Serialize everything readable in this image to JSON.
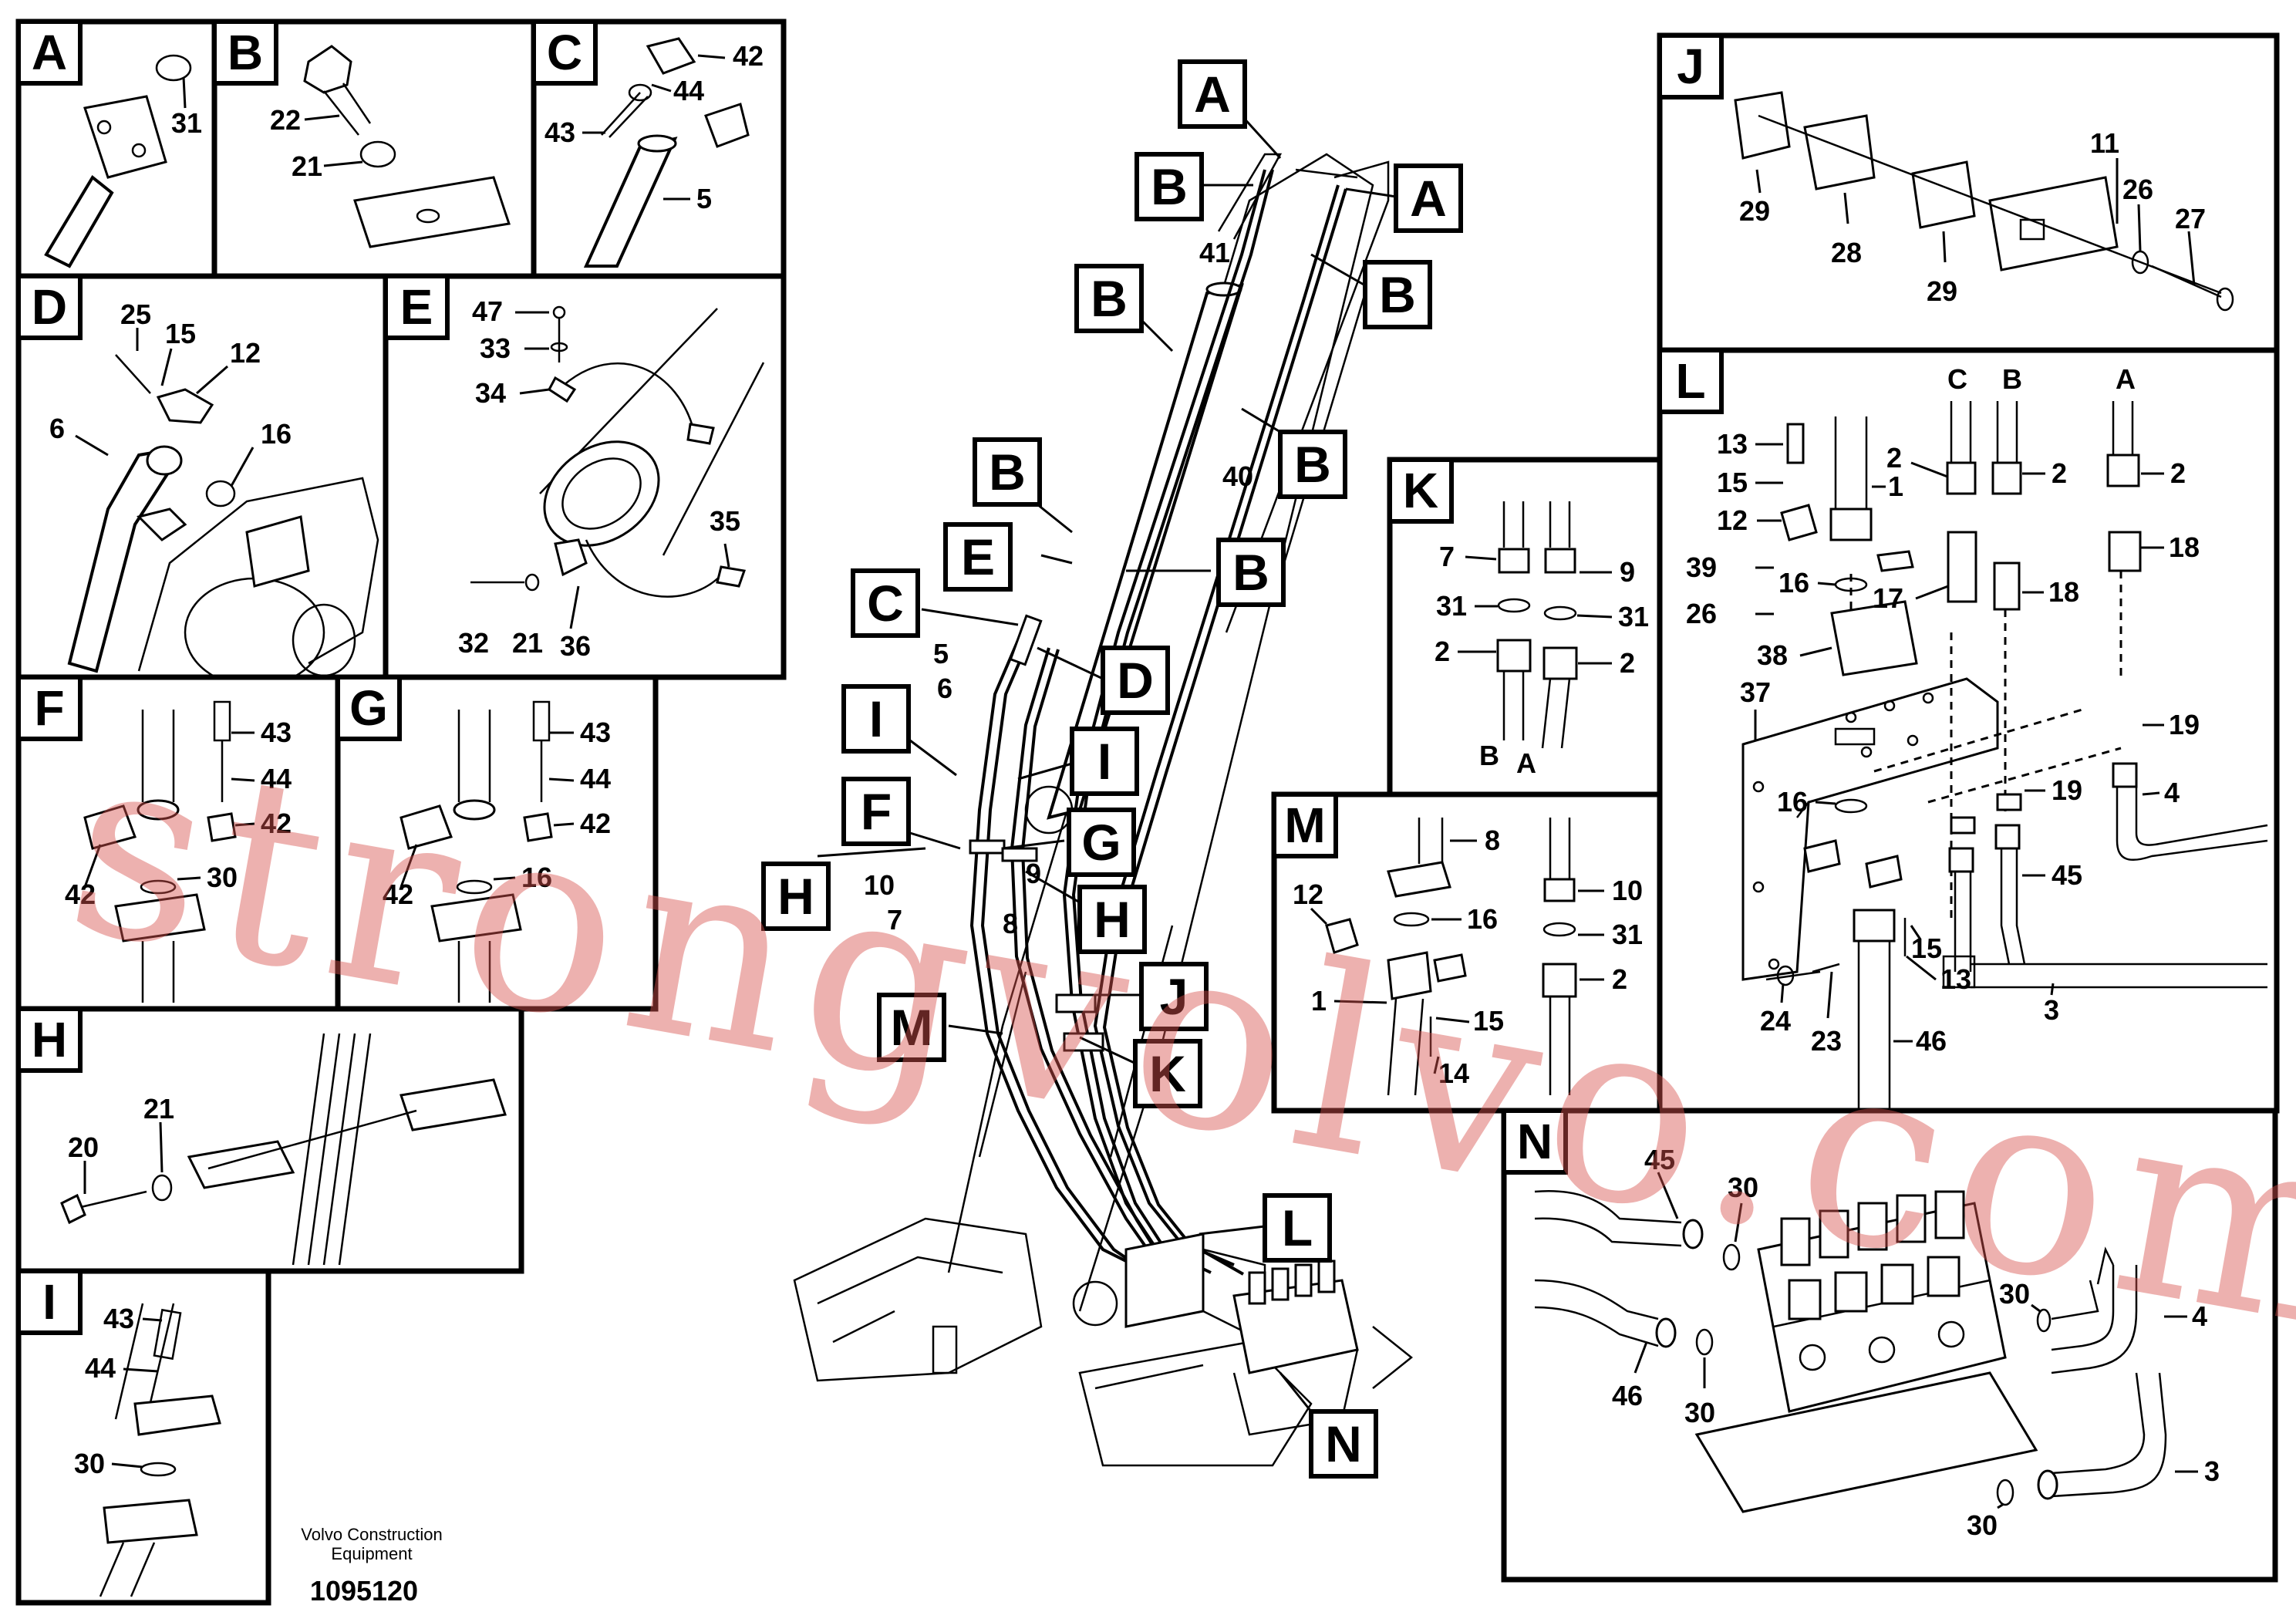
{
  "panels": {
    "A": {
      "label": "A",
      "parts": [
        "31"
      ]
    },
    "B": {
      "label": "B",
      "parts": [
        "22",
        "21"
      ]
    },
    "C": {
      "label": "C",
      "parts": [
        "42",
        "44",
        "43",
        "5"
      ]
    },
    "D": {
      "label": "D",
      "parts": [
        "25",
        "15",
        "12",
        "6",
        "16"
      ]
    },
    "E": {
      "label": "E",
      "parts": [
        "47",
        "33",
        "34",
        "35",
        "32",
        "21",
        "36"
      ]
    },
    "F": {
      "label": "F",
      "parts": [
        "43",
        "44",
        "42",
        "30",
        "42"
      ]
    },
    "G": {
      "label": "G",
      "parts": [
        "43",
        "44",
        "42",
        "16",
        "42"
      ]
    },
    "H": {
      "label": "H",
      "parts": [
        "20",
        "21"
      ]
    },
    "I": {
      "label": "I",
      "parts": [
        "43",
        "44",
        "30"
      ]
    },
    "J": {
      "label": "J",
      "parts": [
        "11",
        "26",
        "27",
        "29",
        "28",
        "29"
      ]
    },
    "K": {
      "label": "K",
      "parts": [
        "7",
        "9",
        "31",
        "31",
        "2",
        "2"
      ],
      "ports": [
        "B",
        "A"
      ]
    },
    "L": {
      "label": "L",
      "parts": [
        "13",
        "15",
        "12",
        "1",
        "2",
        "2",
        "2",
        "39",
        "26",
        "16",
        "17",
        "18",
        "18",
        "38",
        "37",
        "19",
        "19",
        "4",
        "16",
        "45",
        "15",
        "13",
        "24",
        "23",
        "46",
        "3"
      ],
      "ports": [
        "C",
        "B",
        "A"
      ]
    },
    "M": {
      "label": "M",
      "parts": [
        "8",
        "12",
        "16",
        "10",
        "31",
        "2",
        "1",
        "15",
        "14"
      ]
    },
    "N": {
      "label": "N",
      "parts": [
        "45",
        "30",
        "30",
        "4",
        "46",
        "30",
        "30",
        "3"
      ]
    }
  },
  "main": {
    "callouts": [
      "A",
      "B",
      "A",
      "B",
      "B",
      "B",
      "B",
      "E",
      "B",
      "C",
      "D",
      "I",
      "I",
      "F",
      "G",
      "H",
      "H",
      "J",
      "M",
      "K",
      "L",
      "N"
    ],
    "parts": [
      "41",
      "40",
      "5",
      "6",
      "9",
      "10",
      "7",
      "8"
    ]
  },
  "watermark": "strongvolvo.com",
  "footer": {
    "company_line1": "Volvo Construction",
    "company_line2": "Equipment",
    "drawing_number": "1095120"
  }
}
